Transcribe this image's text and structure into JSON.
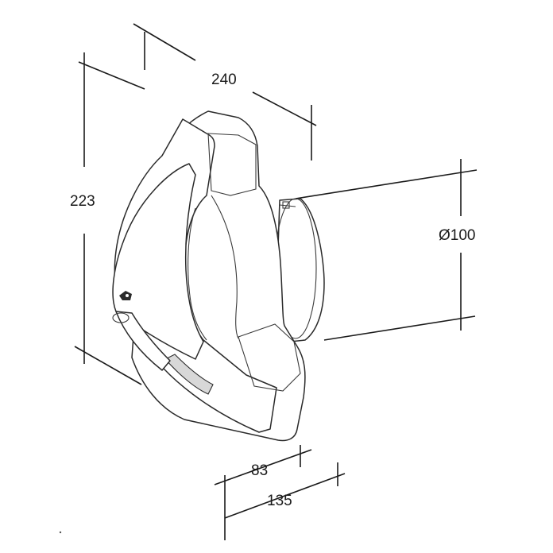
{
  "dimensions": {
    "width_240": "240",
    "height_223": "223",
    "diameter_100": "Ø100",
    "depth_83": "83",
    "depth_135": "135"
  },
  "colors": {
    "line": "#1a1a1a",
    "fill": "#ffffff",
    "shade": "#d8d8d8"
  }
}
